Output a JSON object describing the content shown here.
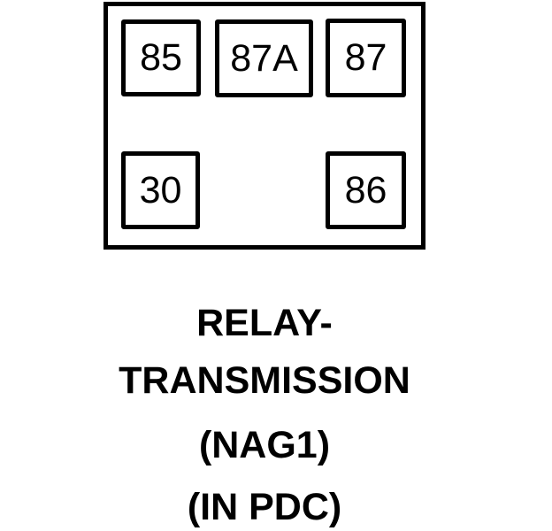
{
  "diagram": {
    "type": "relay-pinout",
    "relay": {
      "pins": [
        {
          "id": "85",
          "label": "85",
          "position": "top-left"
        },
        {
          "id": "87A",
          "label": "87A",
          "position": "top-center"
        },
        {
          "id": "87",
          "label": "87",
          "position": "top-right"
        },
        {
          "id": "30",
          "label": "30",
          "position": "bottom-left"
        },
        {
          "id": "86",
          "label": "86",
          "position": "bottom-right"
        }
      ]
    },
    "caption": {
      "lines": [
        "RELAY-",
        "TRANSMISSION",
        "(NAG1)",
        "(IN PDC)"
      ]
    },
    "colors": {
      "line": "#000000",
      "background": "#ffffff"
    }
  }
}
